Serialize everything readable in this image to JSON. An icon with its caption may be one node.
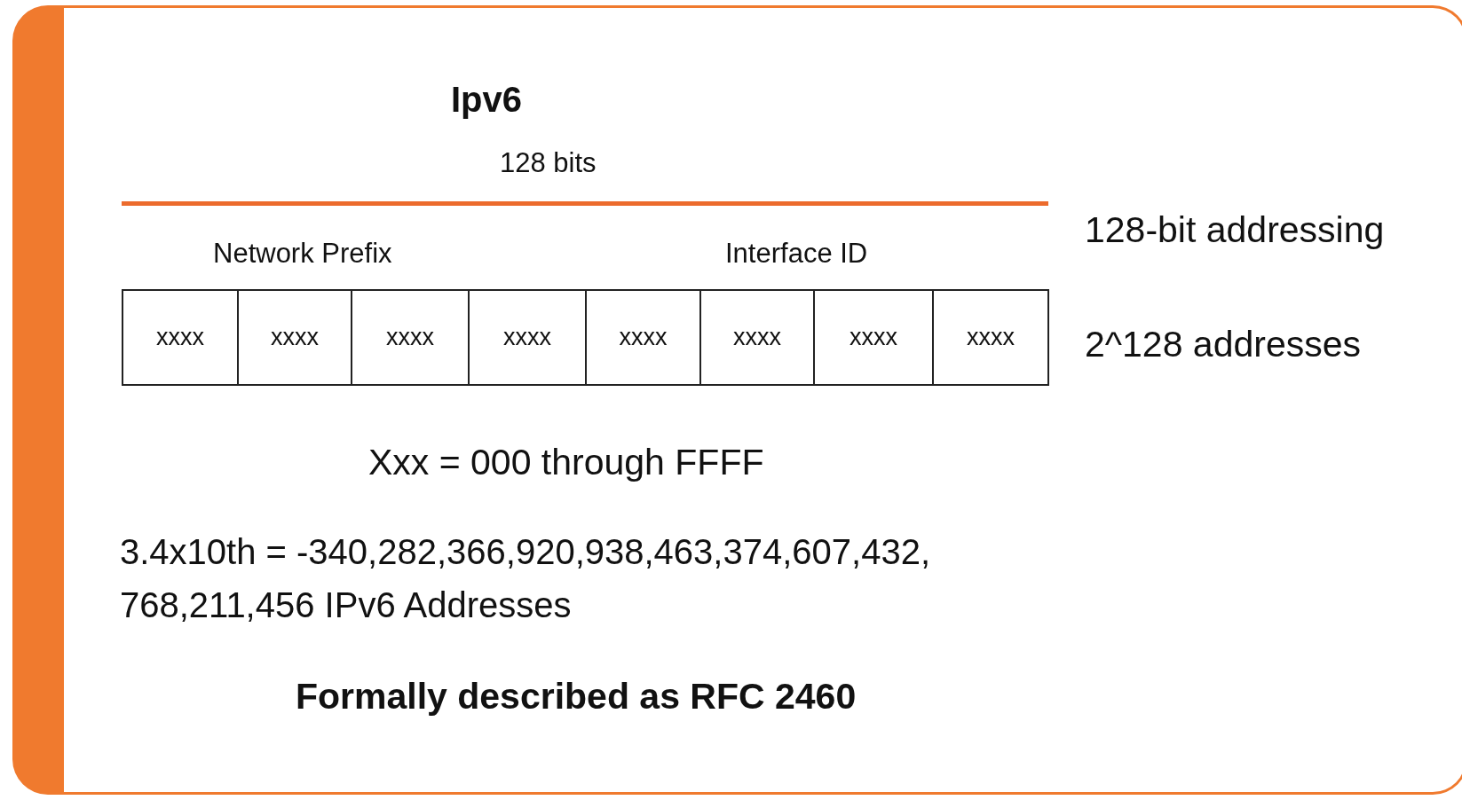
{
  "diagram": {
    "title": "Ipv6",
    "labels": [
      "128 bits",
      "128-bit addressing",
      "Network Prefix",
      "Interface ID",
      "xxxx",
      "xxxx",
      "xxxx",
      "xxxx",
      "xxxx",
      "xxxx",
      "xxxx",
      "xxxx",
      "2^128 addresses",
      "Xxx = 000 through FFFF",
      "3.4x10th = -340,282,366,920,938,463,374,607,432, 768,211,456 IPv6 Addresses",
      "Formally described as RFC 2460"
    ]
  }
}
